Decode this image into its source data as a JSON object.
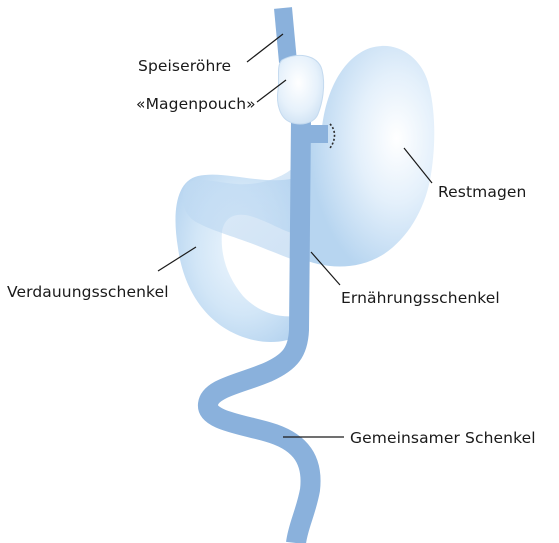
{
  "diagram": {
    "labels": {
      "esophagus": "Speiseröhre",
      "pouch": "«Magenpouch»",
      "remnant_stomach": "Restmagen",
      "digestive_limb": "Verdauungsschenkel",
      "alimentary_limb": "Ernährungsschenkel",
      "common_limb": "Gemeinsamer Schenkel"
    },
    "colors": {
      "intestine": "#8ab1dc",
      "stomach_light": "#e9f3fc",
      "stomach_mid": "#c6def4",
      "stomach_edge": "#b4d2ef",
      "pouch_fill": "#e3effb",
      "leader_line": "#1a1a1a",
      "label_text": "#1a1a1a",
      "staple_line": "#2b2b2b"
    }
  }
}
